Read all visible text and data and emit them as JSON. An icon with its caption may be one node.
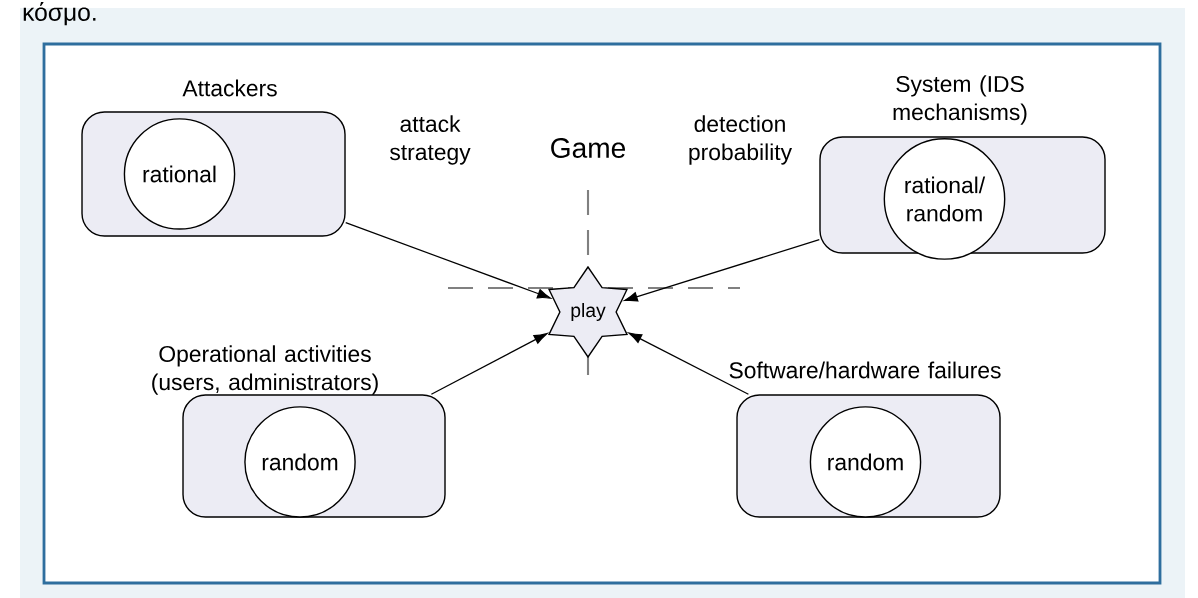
{
  "diagram": {
    "nodes": [
      {
        "text": [
          "Attackers"
        ]
      },
      {
        "text": [
          "rational"
        ],
        "in": 0
      },
      {
        "text": [
          "System (IDS mechanisms)"
        ]
      },
      {
        "text": [
          "rational/ random"
        ],
        "in": 2
      },
      {
        "text": [
          "Operational activities (users, administrators)"
        ]
      },
      {
        "text": [
          "random"
        ],
        "in": 4
      },
      {
        "text": [
          "Software/hardware failures"
        ]
      },
      {
        "text": [
          "random"
        ],
        "in": 6
      },
      {
        "text": [
          "play"
        ]
      }
    ],
    "edges": [
      {
        "from": 0,
        "to": 8,
        "arrow": "to",
        "label": "attack strategy"
      },
      {
        "from": 2,
        "to": 8,
        "arrow": "to",
        "label": "detection probability"
      },
      {
        "from": 4,
        "to": 8,
        "arrow": "to"
      },
      {
        "from": 6,
        "to": 8,
        "arrow": "to"
      }
    ],
    "labels": [
      "κόσμο.",
      "Game"
    ]
  }
}
